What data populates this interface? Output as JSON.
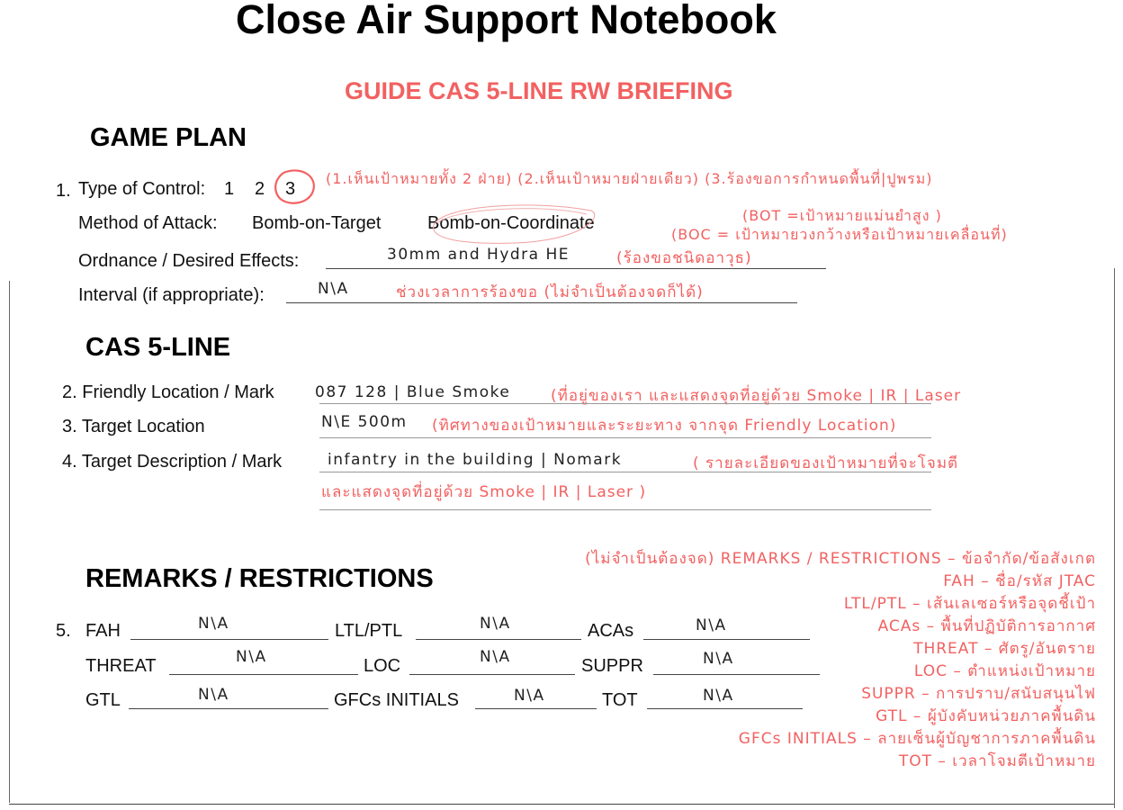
{
  "title": "Close Air Support Notebook",
  "subtitle": "GUIDE CAS 5-LINE RW BRIEFING",
  "game_plan": {
    "heading": "GAME PLAN",
    "item1_num": "1.",
    "type_of_control_label": "Type of Control:",
    "control_options": [
      "1",
      "2",
      "3"
    ],
    "control_note": "(1.เห็นเป้าหมายทั้ง 2 ฝ่าย) (2.เห็นเป้าหมายฝ่ายเดียว) (3.ร้องขอการกำหนดพื้นที่|ปูพรม)",
    "method_label": "Method of Attack:",
    "method_options": [
      "Bomb-on-Target",
      "Bomb-on-Coordinate"
    ],
    "bot_note": "(BOT =เป้าหมายแม่นยำสูง )",
    "boc_note": "(BOC = เป้าหมายวงกว้างหรือเป้าหมายเคลื่อนที่)",
    "ordnance_label": "Ordnance / Desired Effects:",
    "ordnance_value": "30mm and Hydra HE",
    "ordnance_note": "(ร้องขอชนิดอาวุธ)",
    "interval_label": "Interval (if appropriate):",
    "interval_value": "N\\A",
    "interval_note": "ช่วงเวลาการร้องขอ (ไม่จำเป็นต้องจดก็ได้)"
  },
  "cas": {
    "heading": "CAS 5-LINE",
    "friendly_label": "2. Friendly Location / Mark",
    "friendly_value": "087 128 | Blue Smoke",
    "friendly_note": "(ที่อยู่ของเรา และแสดงจุดที่อยู่ด้วย Smoke | IR | Laser",
    "target_loc_label": "3. Target Location",
    "target_loc_value": "N\\E 500m",
    "target_loc_note": "(ทิศทางของเป้าหมายและระยะทาง จากจุด Friendly Location)",
    "target_desc_label": "4. Target Description / Mark",
    "target_desc_value": "infantry in the building  | Nomark",
    "target_desc_note1": "( รายละเอียดของเป้าหมายที่จะโจมตี",
    "target_desc_note2": "และแสดงจุดที่อยู่ด้วย Smoke | IR | Laser )"
  },
  "remarks": {
    "heading": "REMARKS / RESTRICTIONS",
    "item5_num": "5.",
    "fields": {
      "fah": {
        "label": "FAH",
        "value": "N\\A"
      },
      "ltl": {
        "label": "LTL/PTL",
        "value": "N\\A"
      },
      "acas": {
        "label": "ACAs",
        "value": "N\\A"
      },
      "threat": {
        "label": "THREAT",
        "value": "N\\A"
      },
      "loc": {
        "label": "LOC",
        "value": "N\\A"
      },
      "suppr": {
        "label": "SUPPR",
        "value": "N\\A"
      },
      "gtl": {
        "label": "GTL",
        "value": "N\\A"
      },
      "gfcs": {
        "label": "GFCs INITIALS",
        "value": "N\\A"
      },
      "tot": {
        "label": "TOT",
        "value": "N\\A"
      }
    },
    "legend": [
      "(ไม่จำเป็นต้องจด)  REMARKS / RESTRICTIONS – ข้อจำกัด/ข้อสังเกต",
      "FAH – ชื่อ/รหัส JTAC",
      "LTL/PTL – เส้นเลเซอร์หรือจุดชี้เป้า",
      "ACAs – พื้นที่ปฏิบัติการอากาศ",
      "THREAT – ศัตรู/อันตราย",
      "LOC – ตำแหน่งเป้าหมาย",
      "SUPPR – การปราบ/สนับสนุนไฟ",
      "GTL – ผู้บังคับหน่วยภาคพื้นดิน",
      "GFCs INITIALS – ลายเซ็นผู้บัญชาการภาคพื้นดิน",
      "TOT – เวลาโจมตีเป้าหมาย"
    ]
  },
  "colors": {
    "accent": "#f26161",
    "text": "#111111"
  }
}
